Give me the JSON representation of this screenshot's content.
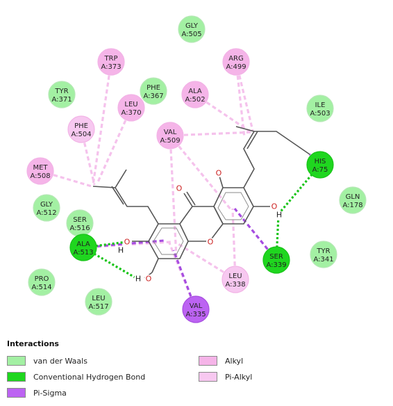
{
  "legend": {
    "title": "Interactions",
    "items": [
      {
        "label": "van der Waals",
        "color": "#a3f0a3"
      },
      {
        "label": "Conventional Hydrogen Bond",
        "color": "#1fd61f"
      },
      {
        "label": "Pi-Sigma",
        "color": "#bc63f2"
      },
      {
        "label": "Alkyl",
        "color": "#f5b4e8"
      },
      {
        "label": "Pi-Alkyl",
        "color": "#f7c8f0"
      }
    ]
  },
  "residues": [
    {
      "name": "GLY",
      "id": "A:505",
      "type": "van der Waals"
    },
    {
      "name": "TRP",
      "id": "A:373",
      "type": "Alkyl"
    },
    {
      "name": "ARG",
      "id": "A:499",
      "type": "Alkyl"
    },
    {
      "name": "TYR",
      "id": "A:371",
      "type": "van der Waals"
    },
    {
      "name": "PHE",
      "id": "A:367",
      "type": "van der Waals"
    },
    {
      "name": "ALA",
      "id": "A:502",
      "type": "Alkyl"
    },
    {
      "name": "LEU",
      "id": "A:370",
      "type": "Alkyl"
    },
    {
      "name": "ILE",
      "id": "A:503",
      "type": "van der Waals"
    },
    {
      "name": "PHE",
      "id": "A:504",
      "type": "Pi-Alkyl"
    },
    {
      "name": "VAL",
      "id": "A:509",
      "type": "Alkyl"
    },
    {
      "name": "MET",
      "id": "A:508",
      "type": "Alkyl"
    },
    {
      "name": "HIS",
      "id": "A:75",
      "type": "Conventional Hydrogen Bond"
    },
    {
      "name": "GLN",
      "id": "A:178",
      "type": "van der Waals"
    },
    {
      "name": "GLY",
      "id": "A:512",
      "type": "van der Waals"
    },
    {
      "name": "SER",
      "id": "A:516",
      "type": "van der Waals"
    },
    {
      "name": "ALA",
      "id": "A:513",
      "type": "Conventional Hydrogen Bond"
    },
    {
      "name": "TYR",
      "id": "A:341",
      "type": "van der Waals"
    },
    {
      "name": "SER",
      "id": "A:339",
      "type": "Conventional Hydrogen Bond"
    },
    {
      "name": "PRO",
      "id": "A:514",
      "type": "van der Waals"
    },
    {
      "name": "LEU",
      "id": "A:338",
      "type": "Pi-Alkyl"
    },
    {
      "name": "LEU",
      "id": "A:517",
      "type": "van der Waals"
    },
    {
      "name": "VAL",
      "id": "A:335",
      "type": "Pi-Sigma"
    }
  ],
  "atom_labels": {
    "oxygen": "O",
    "hydrogen": "H"
  }
}
